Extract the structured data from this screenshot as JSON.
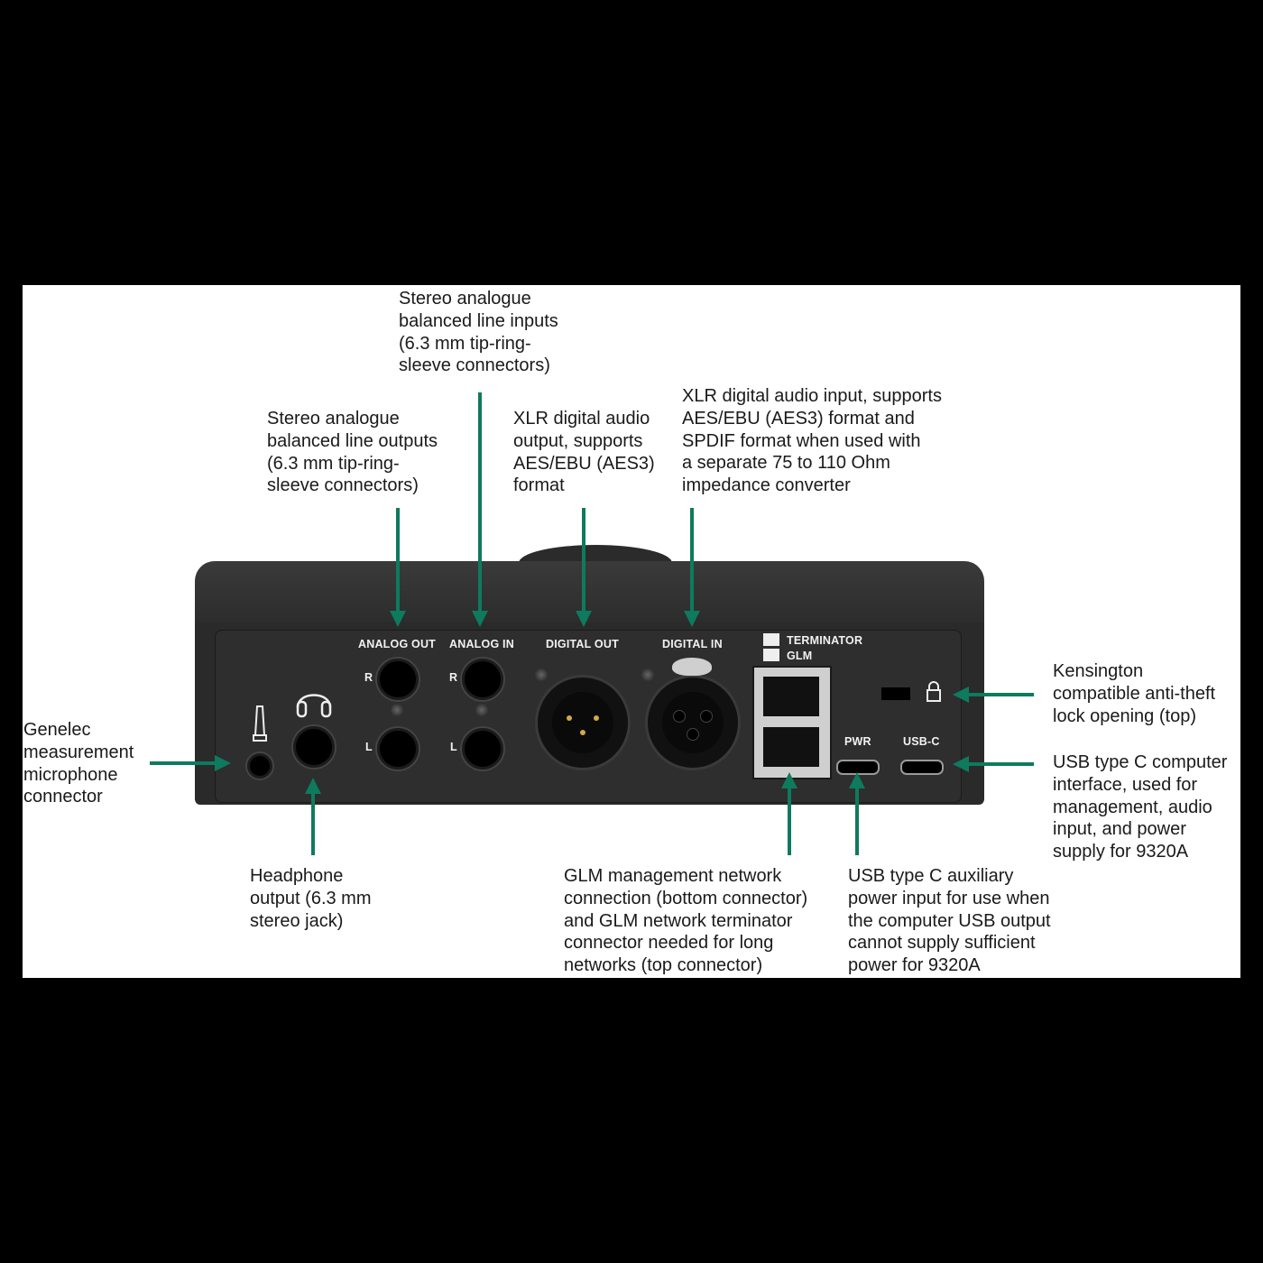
{
  "diagram": {
    "background_color": "#000000",
    "panel_color": "#ffffff",
    "arrow_color": "#0e7a5e",
    "device": {
      "port_labels": {
        "analog_out": "ANALOG OUT",
        "analog_in": "ANALOG IN",
        "digital_out": "DIGITAL OUT",
        "digital_in": "DIGITAL IN",
        "terminator": "TERMINATOR",
        "glm": "GLM",
        "pwr": "PWR",
        "usb_c": "USB-C",
        "right": "R",
        "left": "L"
      }
    },
    "callouts": {
      "analog_inputs": "Stereo analogue\nbalanced line inputs\n(6.3 mm tip-ring-\nsleeve connectors)",
      "analog_outputs": "Stereo analogue\nbalanced line outputs\n(6.3 mm tip-ring-\nsleeve connectors)",
      "digital_out": "XLR digital audio\noutput, supports\nAES/EBU (AES3)\nformat",
      "digital_in": "XLR digital audio input, supports\nAES/EBU (AES3) format and\nSPDIF format when used with\na separate 75 to 110 Ohm\nimpedance converter",
      "kensington": "Kensington\ncompatible anti-theft\nlock opening (top)",
      "usb_c": "USB type C computer\ninterface, used for\nmanagement, audio\ninput, and power\nsupply for 9320A",
      "mic": "Genelec\nmeasurement\nmicrophone\nconnector",
      "headphone": "Headphone\noutput (6.3 mm\nstereo jack)",
      "glm": "GLM management network\nconnection (bottom connector)\nand GLM network terminator\nconnector needed for long\nnetworks (top connector)",
      "pwr": "USB type C auxiliary\npower input for use when\nthe computer USB output\ncannot supply sufficient\npower for 9320A"
    }
  }
}
